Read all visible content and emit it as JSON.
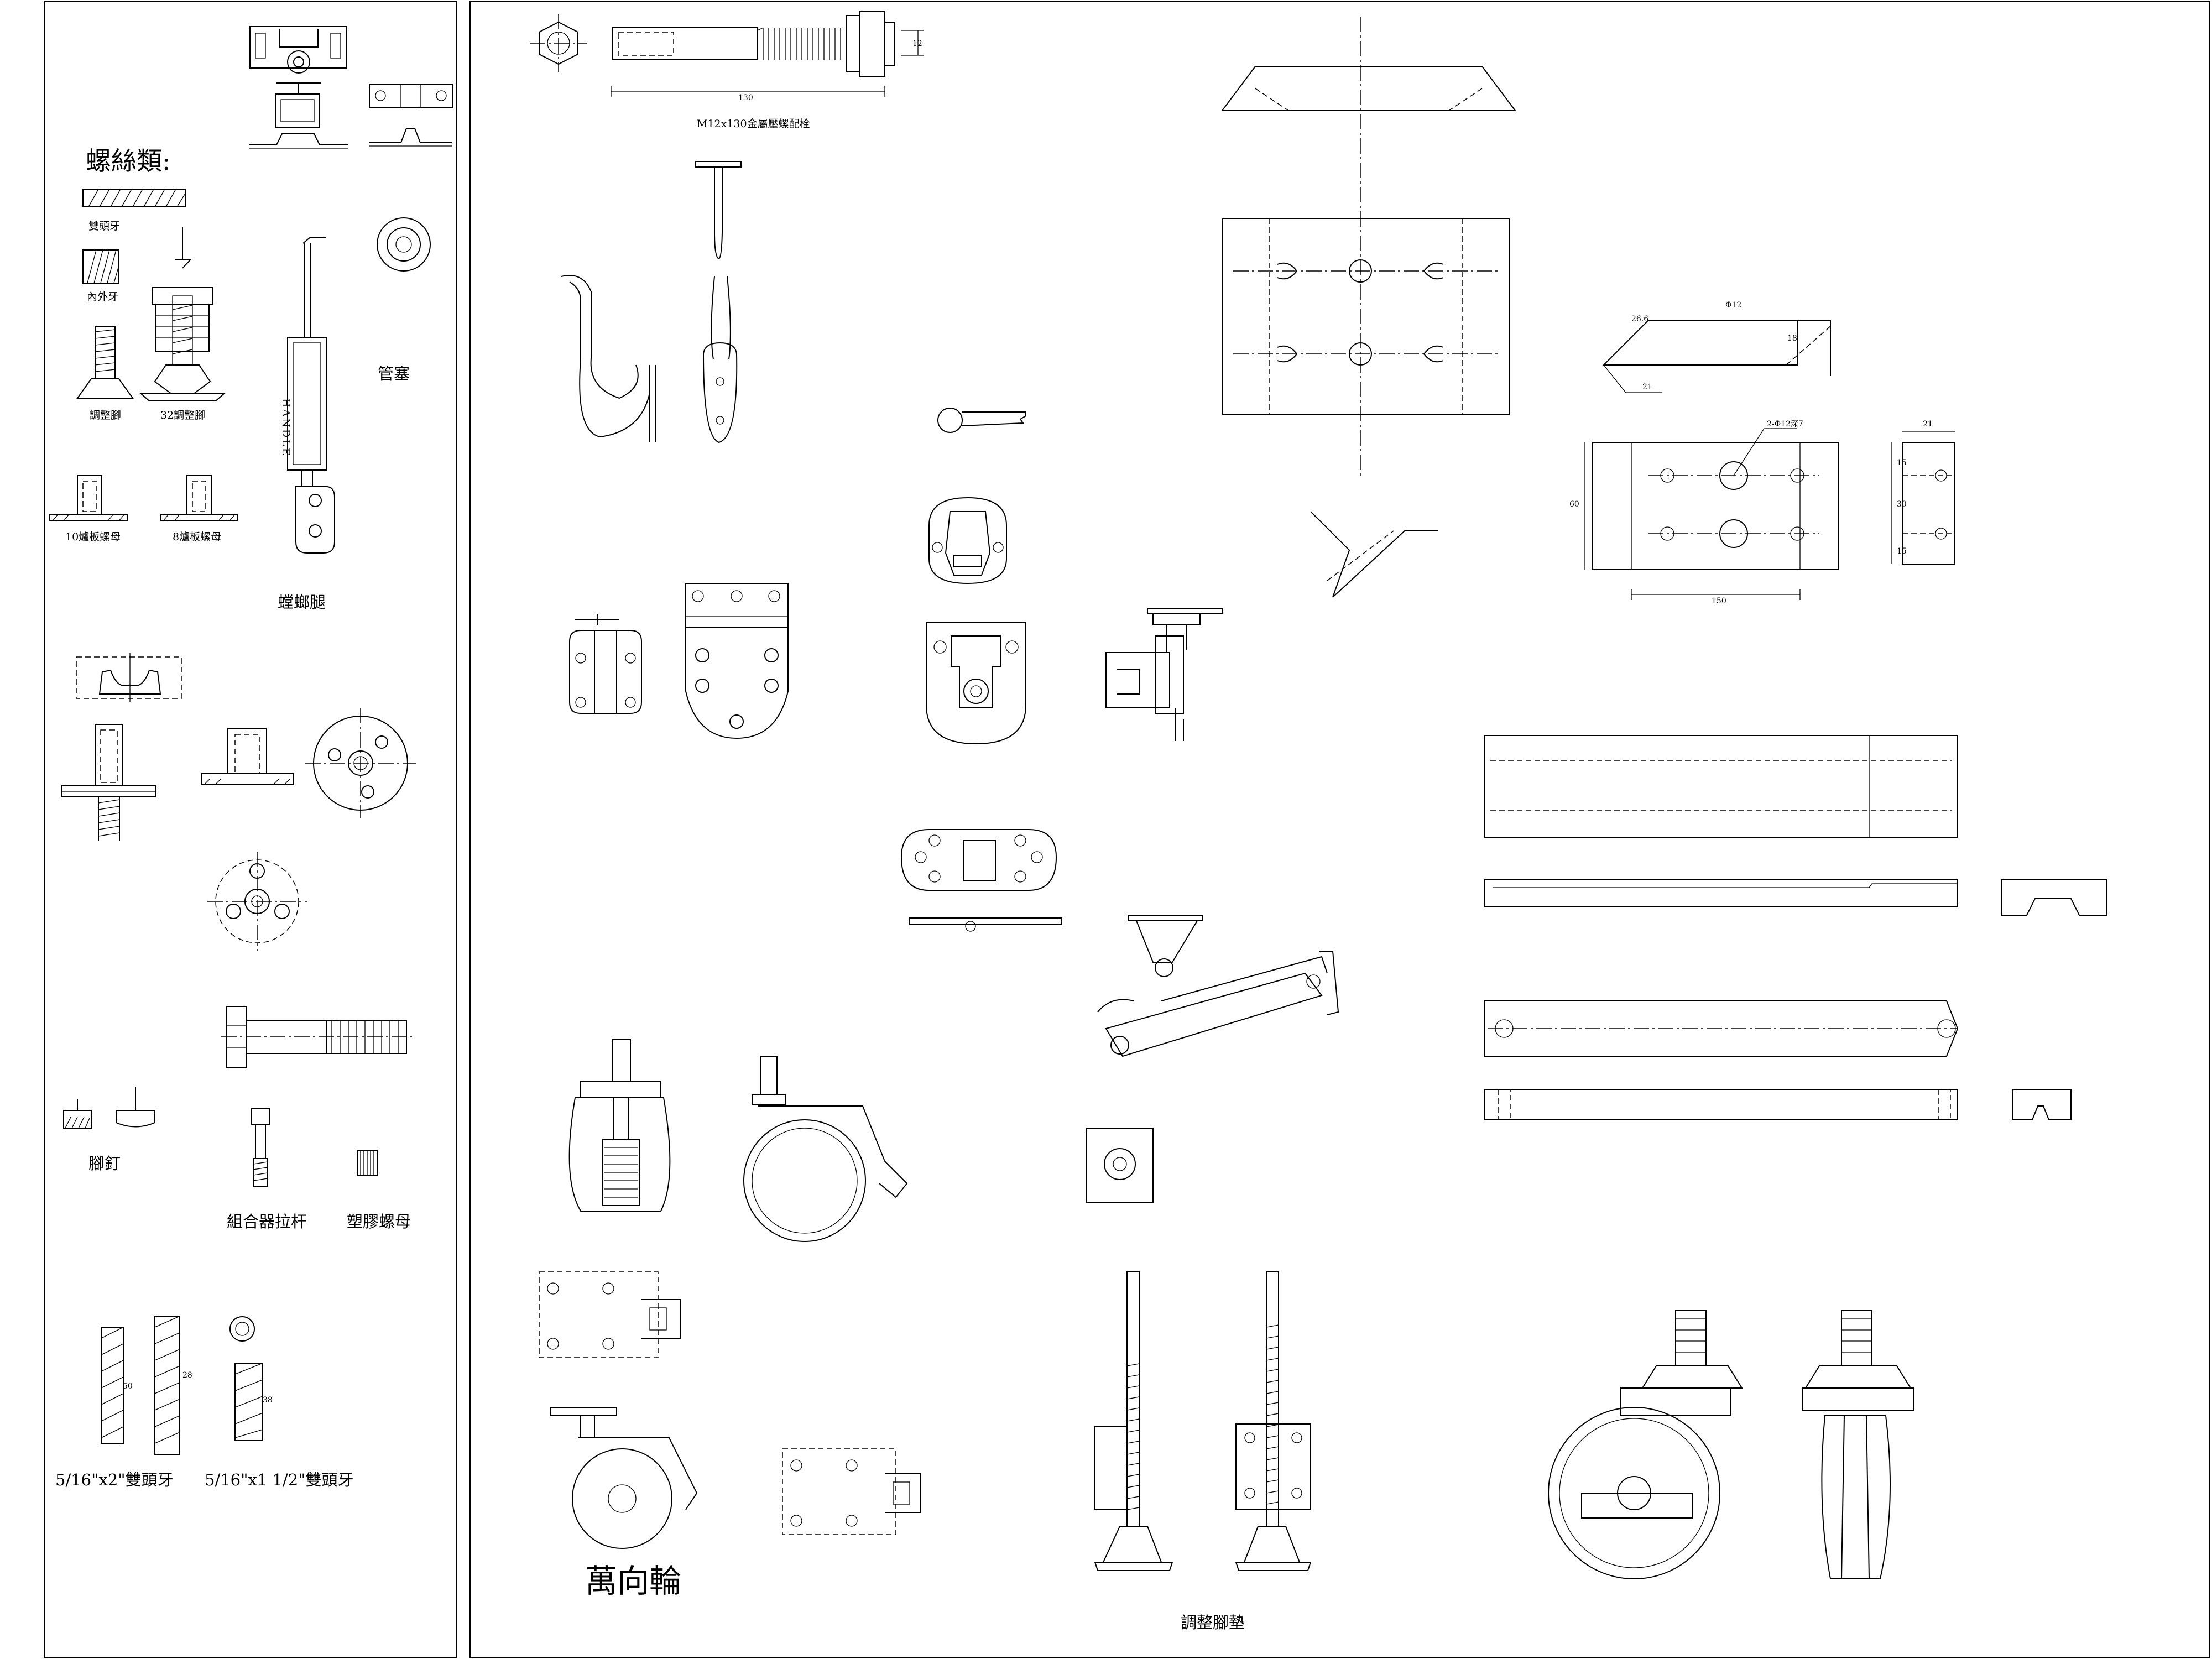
{
  "labels": {
    "screw_category": "螺絲類:",
    "double_thread": "雙頭牙",
    "inner_outer_thread": "內外牙",
    "leveling_foot": "調整腳",
    "leveling_foot_32": "32調整腳",
    "nut_plate_10": "10爐板螺母",
    "nut_plate_8": "8爐板螺母",
    "mantis_leg": "螳螂腿",
    "pipe_plug": "管塞",
    "handle_text": "HANDLE",
    "foot_nail": "腳釘",
    "assembly_pull_rod": "組合器拉杆",
    "plastic_nut": "塑膠螺母",
    "stud_2in": "5/16\"x2\"雙頭牙",
    "stud_1_5in": "5/16\"x1 1/2\"雙頭牙",
    "hanger_bolt": "M12x130金屬壓螺配栓",
    "caster": "萬向輪",
    "adjust_foot_pad": "調整腳墊"
  },
  "dimensions": {
    "bolt_length": "130",
    "bolt_dia": "12",
    "stud_len_a": "50",
    "stud_len_b": "28",
    "stud_len_c": "38",
    "plate_width": "150",
    "plate_height": "60",
    "plate_thickness": "21",
    "side_a": "15",
    "side_b": "30",
    "hole_dia": "Φ12",
    "hole_note": "2-Φ12深7",
    "angle_a": "21",
    "angle_b": "18",
    "angle_c": "26.6"
  },
  "colors": {
    "background": "#ffffff",
    "line": "#000000"
  }
}
